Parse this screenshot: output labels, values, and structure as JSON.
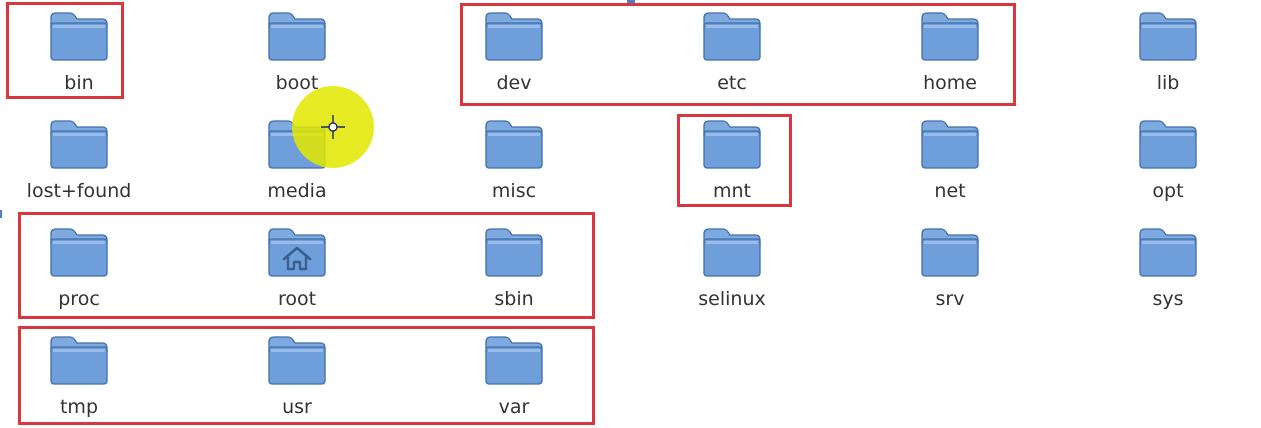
{
  "file_browser": {
    "items": [
      {
        "name": "bin",
        "icon": "folder-icon"
      },
      {
        "name": "boot",
        "icon": "folder-icon"
      },
      {
        "name": "dev",
        "icon": "folder-icon"
      },
      {
        "name": "etc",
        "icon": "folder-icon"
      },
      {
        "name": "home",
        "icon": "folder-icon"
      },
      {
        "name": "lib",
        "icon": "folder-icon"
      },
      {
        "name": "lost+found",
        "icon": "folder-icon"
      },
      {
        "name": "media",
        "icon": "folder-icon"
      },
      {
        "name": "misc",
        "icon": "folder-icon"
      },
      {
        "name": "mnt",
        "icon": "folder-icon"
      },
      {
        "name": "net",
        "icon": "folder-icon"
      },
      {
        "name": "opt",
        "icon": "folder-icon"
      },
      {
        "name": "proc",
        "icon": "folder-icon"
      },
      {
        "name": "root",
        "icon": "home-folder-icon"
      },
      {
        "name": "sbin",
        "icon": "folder-icon"
      },
      {
        "name": "selinux",
        "icon": "folder-icon"
      },
      {
        "name": "srv",
        "icon": "folder-icon"
      },
      {
        "name": "sys",
        "icon": "folder-icon"
      },
      {
        "name": "tmp",
        "icon": "folder-icon"
      },
      {
        "name": "usr",
        "icon": "folder-icon"
      },
      {
        "name": "var",
        "icon": "folder-icon"
      }
    ]
  },
  "colors": {
    "folder_body": "#6f9fdb",
    "folder_tab": "#7eaae0",
    "folder_outline": "#3f6ea8",
    "label_text": "#333333",
    "annotation_box": "#d9363e",
    "cursor_highlight": "#e2e800"
  }
}
